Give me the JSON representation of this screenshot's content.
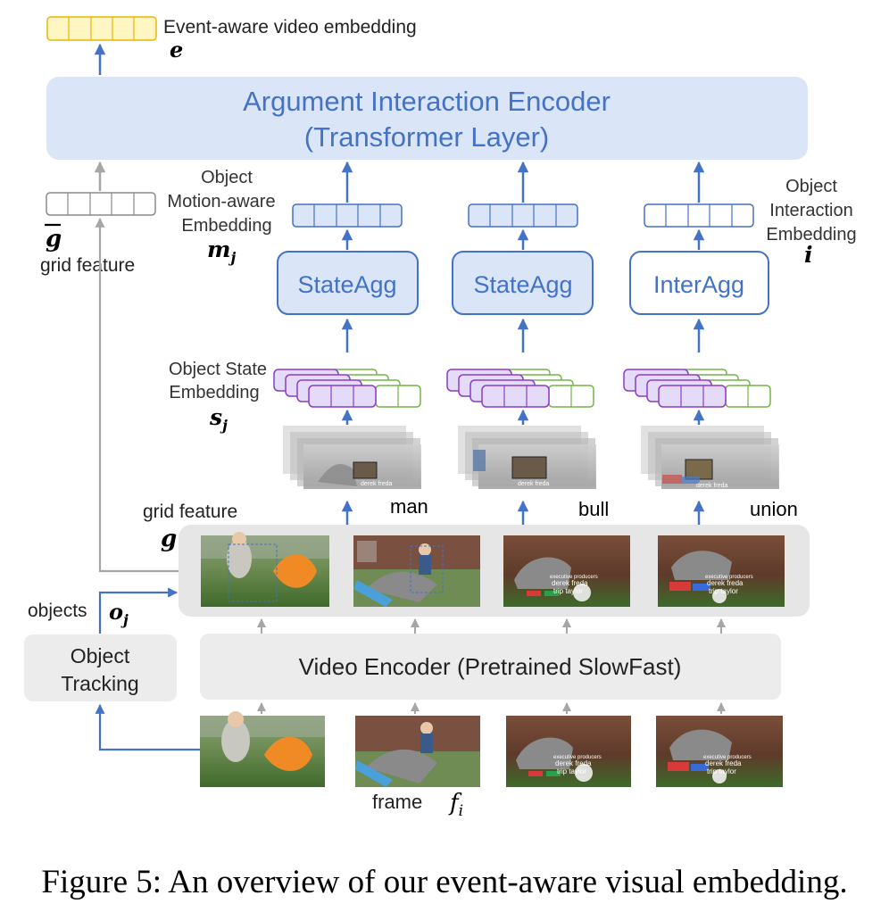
{
  "labels": {
    "event_embedding": "Event-aware video embedding",
    "e": "e",
    "encoder_line1": "Argument Interaction Encoder",
    "encoder_line2": "(Transformer Layer)",
    "motion_line1": "Object",
    "motion_line2": "Motion-aware",
    "motion_line3": "Embedding",
    "m_base": "m",
    "m_sub": "j",
    "interaction_line1": "Object",
    "interaction_line2": "Interaction",
    "interaction_line3": "Embedding",
    "i": "i",
    "g_bar": "g",
    "grid_feature_top": "grid feature",
    "state_agg_1": "StateAgg",
    "state_agg_2": "StateAgg",
    "inter_agg": "InterAgg",
    "state_emb_line1": "Object State",
    "state_emb_line2": "Embedding",
    "s_base": "s",
    "s_sub": "j",
    "grid_feature_mid": "grid feature",
    "g": "g",
    "arg_man": "man",
    "arg_bull": "bull",
    "arg_union": "union",
    "objects": "objects",
    "o_base": "o",
    "o_sub": "j",
    "tracking_line1": "Object",
    "tracking_line2": "Tracking",
    "video_encoder": "Video Encoder (Pretrained SlowFast)",
    "frame": "frame",
    "f_base": "f",
    "f_sub": "i"
  },
  "frame_text": {
    "line1": "executive producers",
    "line2": "derek freda",
    "line3": "trip taylor"
  },
  "caption": "Figure 5: An overview of our event-aware visual embedding.",
  "colors": {
    "blue_line": "#4472c4",
    "blue_fill": "#dae6f8",
    "grey_line": "#a6a6a6",
    "purple_line": "#8c3cc8",
    "purple_fill": "#e3dbf7",
    "green_line": "#70b548",
    "yellow_line": "#e8b800",
    "yellow_fill": "#fff6c4",
    "panel_grey": "#ececec"
  }
}
